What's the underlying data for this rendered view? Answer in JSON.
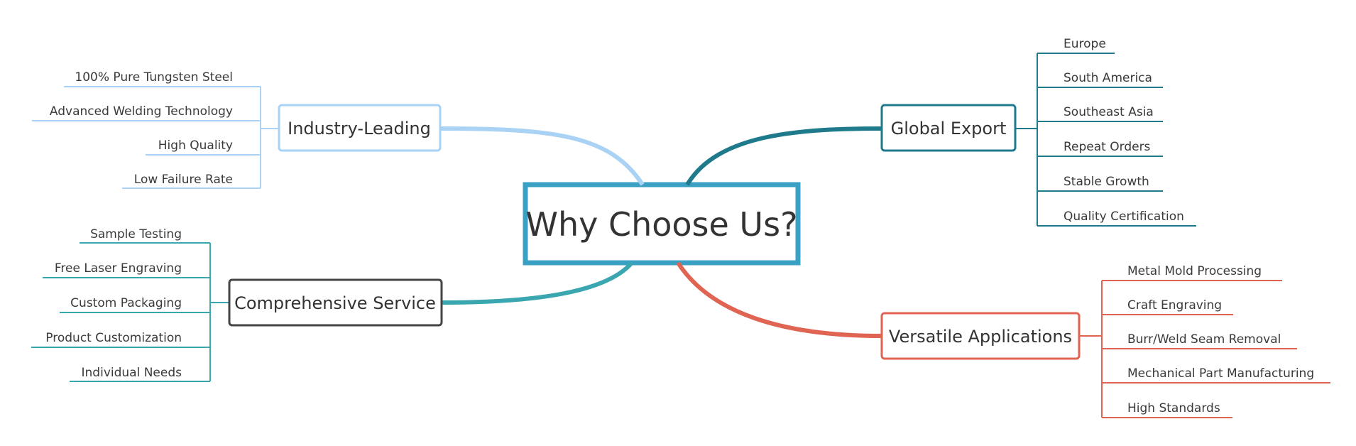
{
  "center": {
    "label": "Why Choose Us?",
    "color": "#3aa0c4"
  },
  "branches": [
    {
      "key": "industry",
      "label": "Industry-Leading",
      "color": "#a9d2f4",
      "side": "left",
      "items": [
        "100% Pure Tungsten Steel",
        "Advanced Welding Technology",
        "High Quality",
        "Low Failure Rate"
      ]
    },
    {
      "key": "service",
      "label": "Comprehensive Service",
      "color": "#3aa6b0",
      "side": "left",
      "items": [
        "Sample Testing",
        "Free Laser Engraving",
        "Custom Packaging",
        "Product Customization",
        "Individual Needs"
      ]
    },
    {
      "key": "export",
      "label": "Global Export",
      "color": "#1f7a8c",
      "side": "right",
      "items": [
        "Europe",
        "South America",
        "Southeast Asia",
        "Repeat Orders",
        "Stable Growth",
        "Quality Certification"
      ]
    },
    {
      "key": "applications",
      "label": "Versatile Applications",
      "color": "#e06452",
      "side": "right",
      "items": [
        "Metal Mold Processing",
        "Craft Engraving",
        "Burr/Weld Seam Removal",
        "Mechanical Part Manufacturing",
        "High Standards"
      ]
    }
  ]
}
